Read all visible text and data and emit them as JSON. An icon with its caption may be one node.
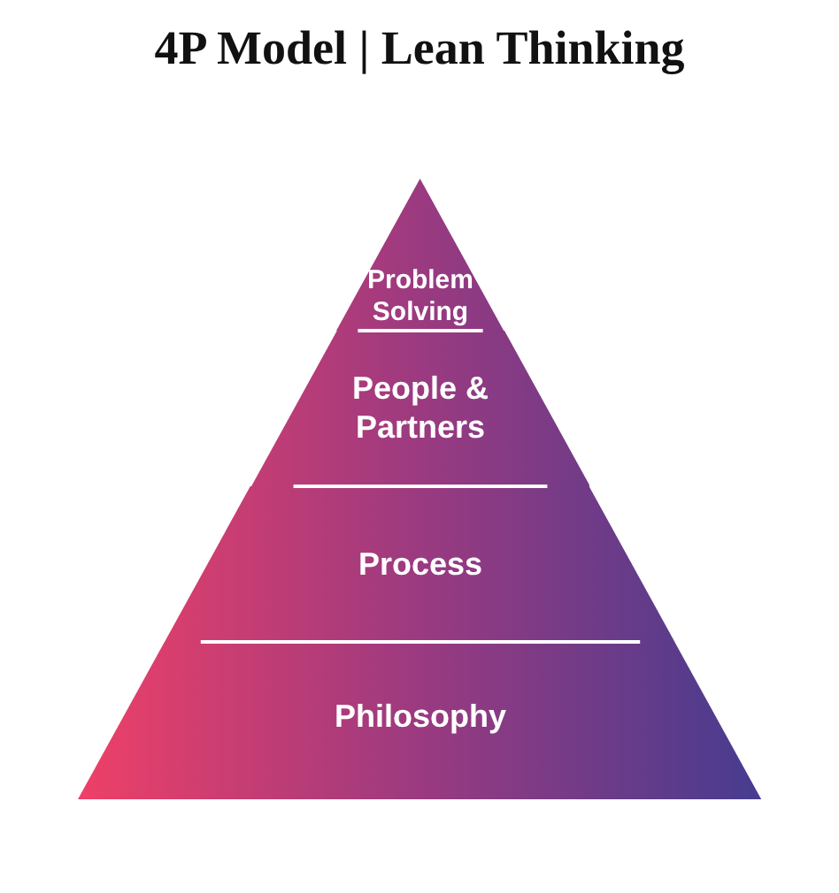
{
  "diagram": {
    "title": "4P Model | Lean Thinking",
    "nodes": [
      {
        "text": [
          "Problem Solving"
        ]
      },
      {
        "text": [
          "People & Partners"
        ]
      },
      {
        "text": [
          "Process"
        ]
      },
      {
        "text": [
          "Philosophy"
        ]
      }
    ]
  }
}
